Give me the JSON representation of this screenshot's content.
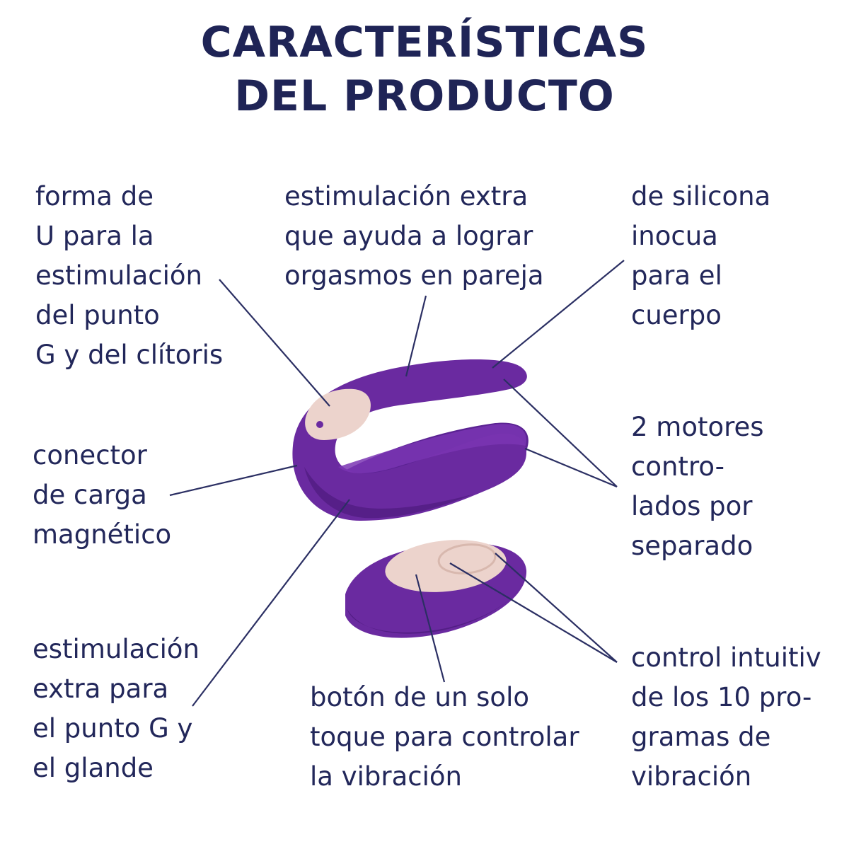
{
  "title": {
    "line1": "CARACTERÍSTICAS",
    "line2": "DEL PRODUCTO"
  },
  "colors": {
    "text": "#22275a",
    "product_purple": "#6a2aa0",
    "product_purple_dark": "#4e1b7e",
    "button_cream": "#ecd3cc",
    "leader_line": "#2b2f63"
  },
  "callouts": {
    "u_shape": [
      "forma de",
      "U para la",
      "estimulación",
      "del punto",
      "G y del clítoris"
    ],
    "extra_stimulation": [
      "estimulación extra",
      "que ayuda a lograr",
      "orgasmos en pareja"
    ],
    "silicone": [
      "de silicona",
      "inocua",
      "para el",
      "cuerpo"
    ],
    "charging": [
      "conector",
      "de carga",
      "magnético"
    ],
    "motors": [
      "2 motores",
      "contro-",
      "lados por",
      "separado"
    ],
    "gspot_glans": [
      "estimulación",
      "extra para",
      "el punto G y",
      "el glande"
    ],
    "one_touch": [
      "botón de un solo",
      "toque para controlar",
      "la vibración"
    ],
    "intuitive_control": [
      "control intuitiv",
      "de los 10 pro-",
      "gramas de",
      "vibración"
    ]
  }
}
